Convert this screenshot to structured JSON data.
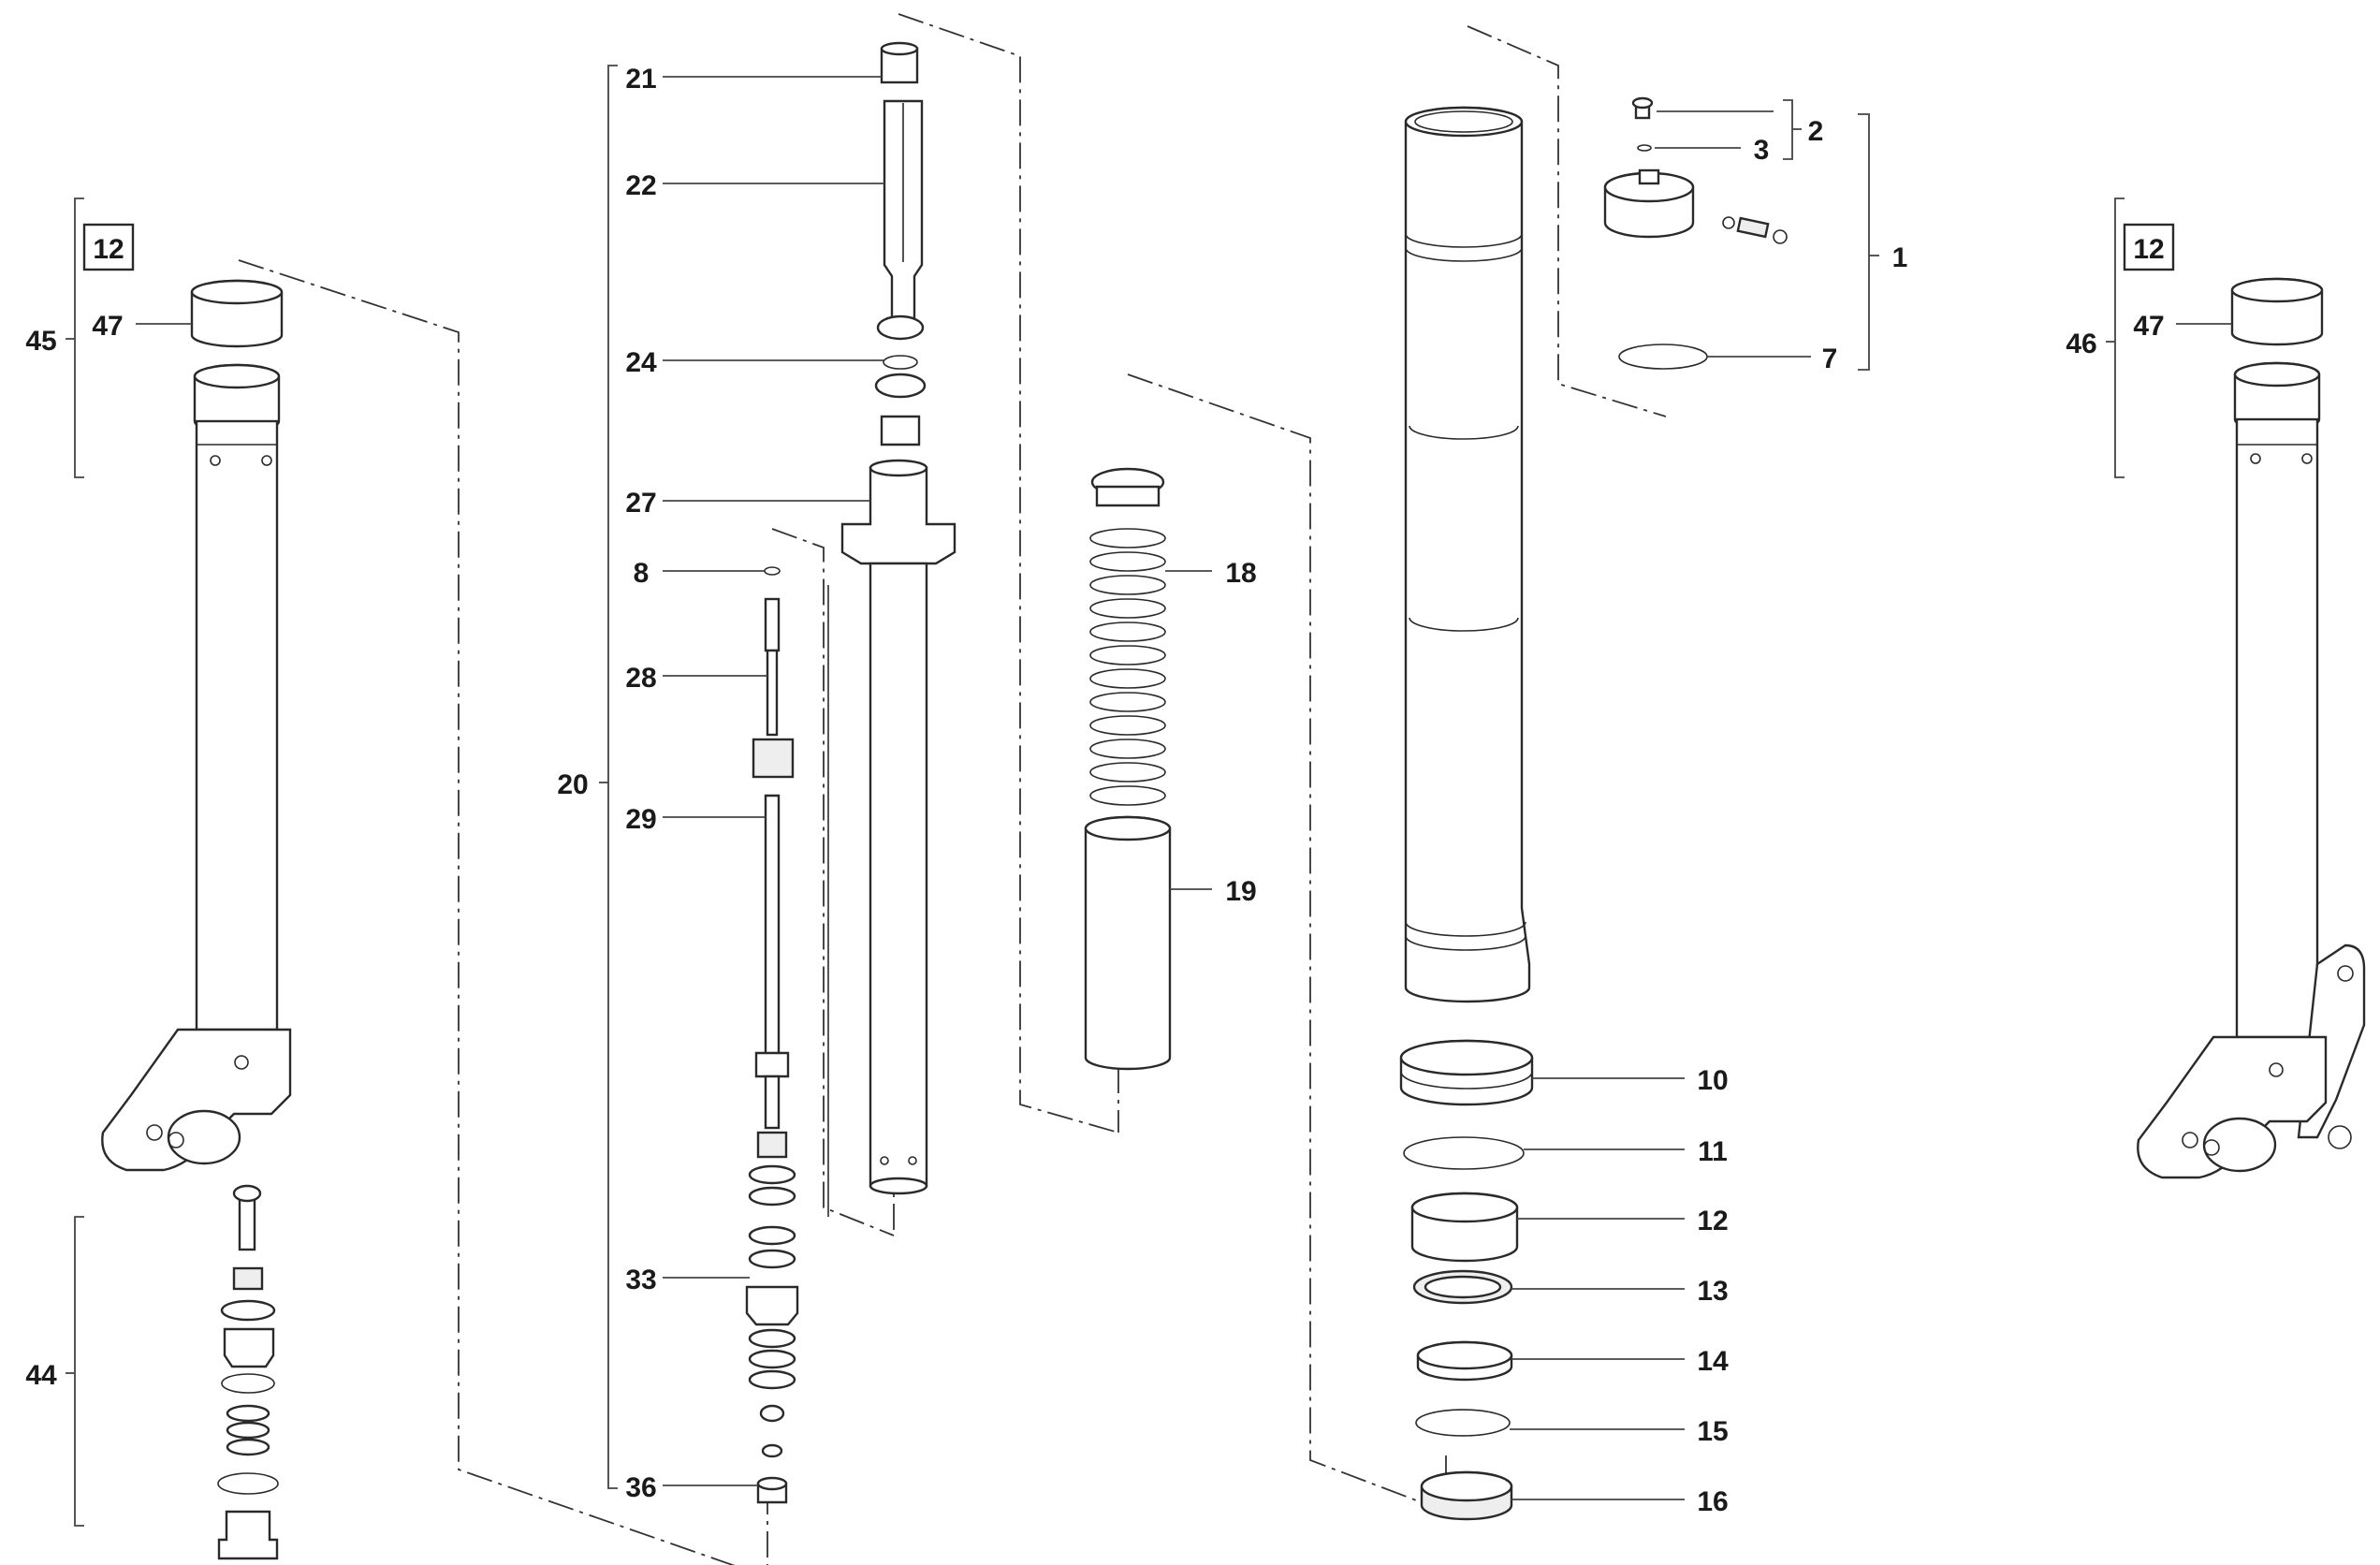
{
  "diagram": {
    "callouts": {
      "c1": "1",
      "c2": "2",
      "c3": "3",
      "c7": "7",
      "c8": "8",
      "c10": "10",
      "c11": "11",
      "c12": "12",
      "c13": "13",
      "c14": "14",
      "c15": "15",
      "c16": "16",
      "c18": "18",
      "c19": "19",
      "c20": "20",
      "c21": "21",
      "c22": "22",
      "c24": "24",
      "c27": "27",
      "c28": "28",
      "c29": "29",
      "c33": "33",
      "c36": "36",
      "c44": "44",
      "c45": "45",
      "c46": "46",
      "c47_left": "47",
      "c47_right": "47",
      "c12_box_left": "12",
      "c12_box_right": "12"
    }
  }
}
